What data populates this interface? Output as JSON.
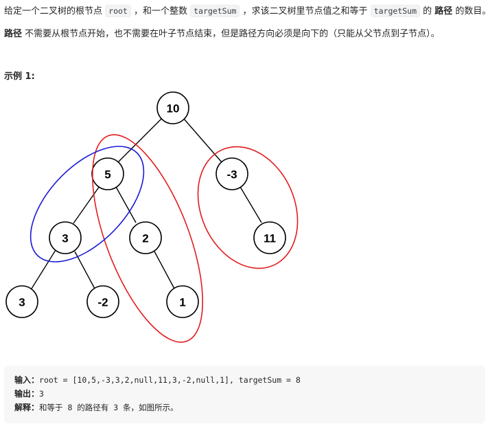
{
  "problem": {
    "intro_prefix": "给定一个二叉树的根节点 ",
    "code_root": "root",
    "intro_mid": " ，和一个整数 ",
    "code_target": "targetSum",
    "intro_mid2": " ，求该二叉树里节点值之和等于 ",
    "code_target2": "targetSum",
    "intro_mid3": " 的 ",
    "path_bold": "路径",
    "intro_suffix": " 的数目。",
    "path_def_bold": "路径",
    "path_def_text": " 不需要从根节点开始，也不需要在叶子节点结束，但是路径方向必须是向下的（只能从父节点到子节点）。"
  },
  "example": {
    "title": "示例 1:",
    "input_label": "输入：",
    "input_value": "root = [10,5,-3,3,2,null,11,3,-2,null,1], targetSum = 8",
    "output_label": "输出：",
    "output_value": "3",
    "explain_label": "解释：",
    "explain_value": "和等于 8 的路径有 3 条，如图所示。"
  },
  "tree": {
    "nodes": [
      {
        "id": "n10",
        "label": "10"
      },
      {
        "id": "n5",
        "label": "5"
      },
      {
        "id": "n-3",
        "label": "-3"
      },
      {
        "id": "n3",
        "label": "3"
      },
      {
        "id": "n2",
        "label": "2"
      },
      {
        "id": "n11",
        "label": "11"
      },
      {
        "id": "n3b",
        "label": "3"
      },
      {
        "id": "n-2",
        "label": "-2"
      },
      {
        "id": "n1",
        "label": "1"
      }
    ],
    "highlight_colors": {
      "red": "#e31a1c",
      "blue": "#1a1ad6"
    }
  }
}
